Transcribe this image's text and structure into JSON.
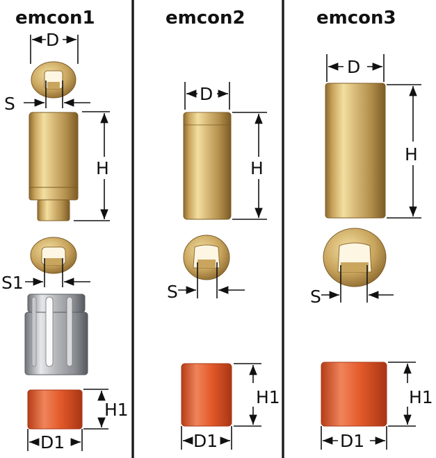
{
  "columns": [
    {
      "title": "emcon1",
      "labels": {
        "d": "D",
        "s": "S",
        "h": "H",
        "s1": "S1",
        "h1": "H1",
        "d1": "D1"
      }
    },
    {
      "title": "emcon2",
      "labels": {
        "d": "D",
        "h": "H",
        "s": "S",
        "h1": "H1",
        "d1": "D1"
      }
    },
    {
      "title": "emcon3",
      "labels": {
        "d": "D",
        "h": "H",
        "s": "S",
        "h1": "H1",
        "d1": "D1"
      }
    }
  ],
  "colors": {
    "brass_light": "#f3dfa0",
    "brass_mid": "#c9a55e",
    "brass_dark": "#8d6a2f",
    "steel_light": "#e6e7e9",
    "steel_dark": "#6f7277",
    "orange_light": "#f0845a",
    "orange_mid": "#e35a2a",
    "orange_dark": "#b53e18",
    "separator": "#1a1a1a",
    "text": "#111111"
  }
}
